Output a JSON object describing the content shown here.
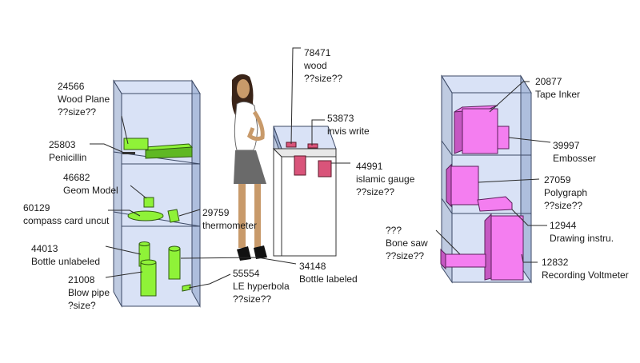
{
  "labels": {
    "wood_plane": [
      "24566",
      "Wood Plane",
      "??size??"
    ],
    "penicillin": [
      "25803",
      "Penicillin"
    ],
    "geom_model": [
      "46682",
      "Geom Model"
    ],
    "compass_card": [
      "60129",
      "compass card uncut"
    ],
    "thermometer": [
      "29759",
      "thermometer"
    ],
    "bottle_unlabeled": [
      "44013",
      "Bottle unlabeled"
    ],
    "blow_pipe": [
      "21008",
      "Blow pipe",
      "?size?"
    ],
    "le_hyperbola": [
      "55554",
      "LE hyperbola",
      "??size??"
    ],
    "bottle_labeled": [
      "34148",
      "Bottle labeled"
    ],
    "wood": [
      "78471",
      "wood",
      "??size??"
    ],
    "invis_write": [
      "53873",
      "invis write"
    ],
    "islamic_gauge": [
      "44991",
      "islamic gauge",
      "??size??"
    ],
    "tape_inker": [
      "20877",
      "Tape Inker"
    ],
    "embosser": [
      "39997",
      "Embosser"
    ],
    "polygraph": [
      "27059",
      "Polygraph",
      "??size??"
    ],
    "bone_saw": [
      "???",
      "Bone saw",
      "??size??"
    ],
    "drawing_instru": [
      "12944",
      "Drawing instru."
    ],
    "recording_voltmeter": [
      "12832",
      "Recording Voltmeter"
    ]
  },
  "colors": {
    "glass": "#b9cbee",
    "green_object": "#8ff238",
    "pink_object": "#f47ef0",
    "red_object": "#d9547a"
  }
}
